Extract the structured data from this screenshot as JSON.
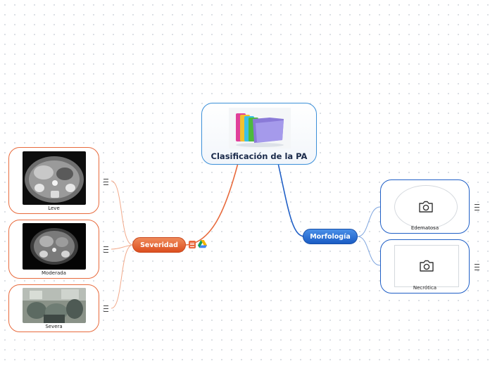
{
  "root": {
    "title": "Clasificación de la PA",
    "image": "colorful-folders-image"
  },
  "branches": {
    "severidad": {
      "label": "Severidad",
      "color": "#e86a3c",
      "children": [
        {
          "label": "Leve",
          "image": "ct-scan-image"
        },
        {
          "label": "Moderada",
          "image": "ct-scan-image"
        },
        {
          "label": "Severa",
          "image": "surgery-photo"
        }
      ]
    },
    "morfologia": {
      "label": "Morfología",
      "color": "#1f5fc6",
      "children": [
        {
          "label": "Edematosa",
          "image": "camera-icon"
        },
        {
          "label": "Necrótica",
          "image": "camera-icon"
        }
      ]
    }
  }
}
